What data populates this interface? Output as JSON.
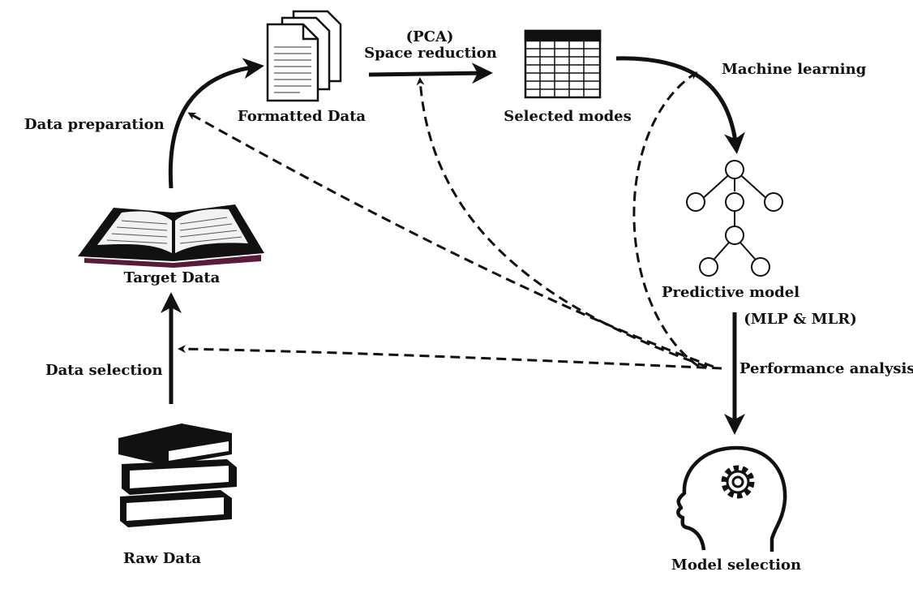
{
  "nodes": {
    "raw_data": "Raw Data",
    "target_data": "Target Data",
    "formatted_data": "Formatted Data",
    "selected_modes": "Selected modes",
    "predictive_model": "Predictive model",
    "model_selection": "Model selection"
  },
  "steps": {
    "data_selection": "Data selection",
    "data_preparation": "Data preparation",
    "pca": "(PCA)",
    "space_reduction": "Space reduction",
    "machine_learning": "Machine learning",
    "mlp_mlr": "(MLP & MLR)",
    "performance_analysis": "Performance analysis"
  },
  "icons": {
    "raw": "books-stack-icon",
    "target": "open-book-icon",
    "formatted": "documents-icon",
    "selected": "table-grid-icon",
    "predictive": "tree-network-icon",
    "model": "head-gear-icon"
  },
  "colors": {
    "ink": "#111111",
    "book_spine": "#5a1a3a",
    "background": "#ffffff"
  }
}
